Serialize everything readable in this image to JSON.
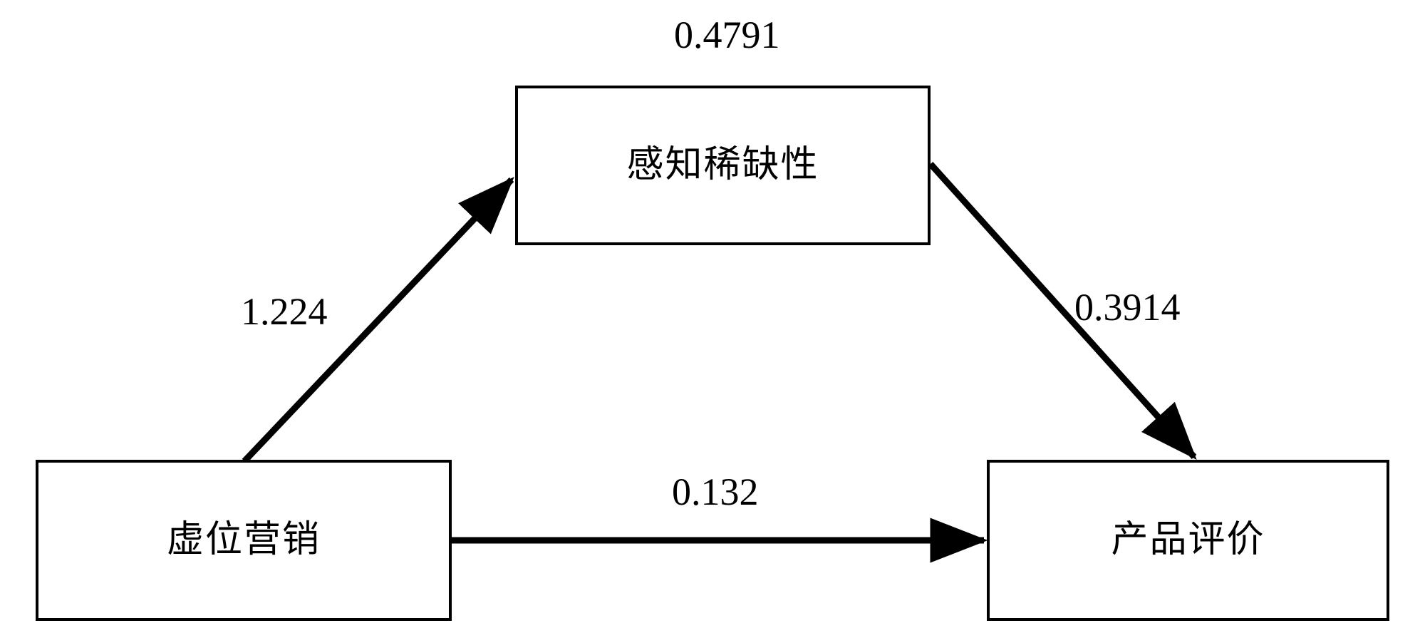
{
  "diagram": {
    "type": "mediation-path-model",
    "background_color": "#ffffff",
    "line_color": "#000000",
    "nodes": [
      {
        "id": "mediator",
        "label": "感知稀缺性",
        "role": "mediator"
      },
      {
        "id": "predictor",
        "label": "虚位营销",
        "role": "independent-variable"
      },
      {
        "id": "outcome",
        "label": "产品评价",
        "role": "dependent-variable"
      }
    ],
    "edges": [
      {
        "id": "a-path",
        "from": "predictor",
        "to": "mediator",
        "coefficient": "1.224"
      },
      {
        "id": "b-path",
        "from": "mediator",
        "to": "outcome",
        "coefficient": "0.3914"
      },
      {
        "id": "c-path",
        "from": "predictor",
        "to": "outcome",
        "coefficient": "0.132"
      },
      {
        "id": "mediator-top",
        "from": "",
        "to": "",
        "coefficient": "0.4791"
      }
    ],
    "labels": {
      "top_value": "0.4791",
      "a_value": "1.224",
      "b_value": "0.3914",
      "c_value": "0.132"
    }
  }
}
